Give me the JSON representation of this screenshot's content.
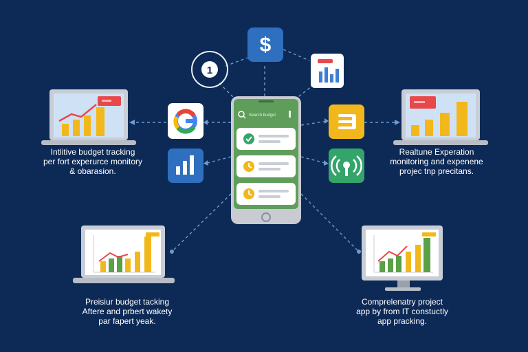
{
  "icons": {
    "dollar": "$",
    "step_number": "1"
  },
  "phone": {
    "search_text": "Search budget"
  },
  "captions": {
    "top_left": [
      "Intlitive budget tracking",
      "per fort experurce monitory",
      "& obarasion."
    ],
    "top_right": [
      "Realtune Experation",
      "monitoring and expenene",
      "projec tnp precitans."
    ],
    "bottom_left": [
      "Preisiur budget tacking",
      "Aftere and prbert wakety",
      "par fapert yeak."
    ],
    "bottom_right": [
      "Comprelenatry project",
      "app by from IT constuctly",
      "app pracking."
    ]
  },
  "colors": {
    "background": "#0d2a57",
    "connector": "#6f9ad0",
    "bar_yellow": "#f2b81b",
    "bar_green": "#5aa046",
    "accent_red": "#e8484a",
    "phone_green": "#5f9e5a",
    "icon_blue": "#2f6fbf",
    "icon_green": "#34a56a"
  }
}
